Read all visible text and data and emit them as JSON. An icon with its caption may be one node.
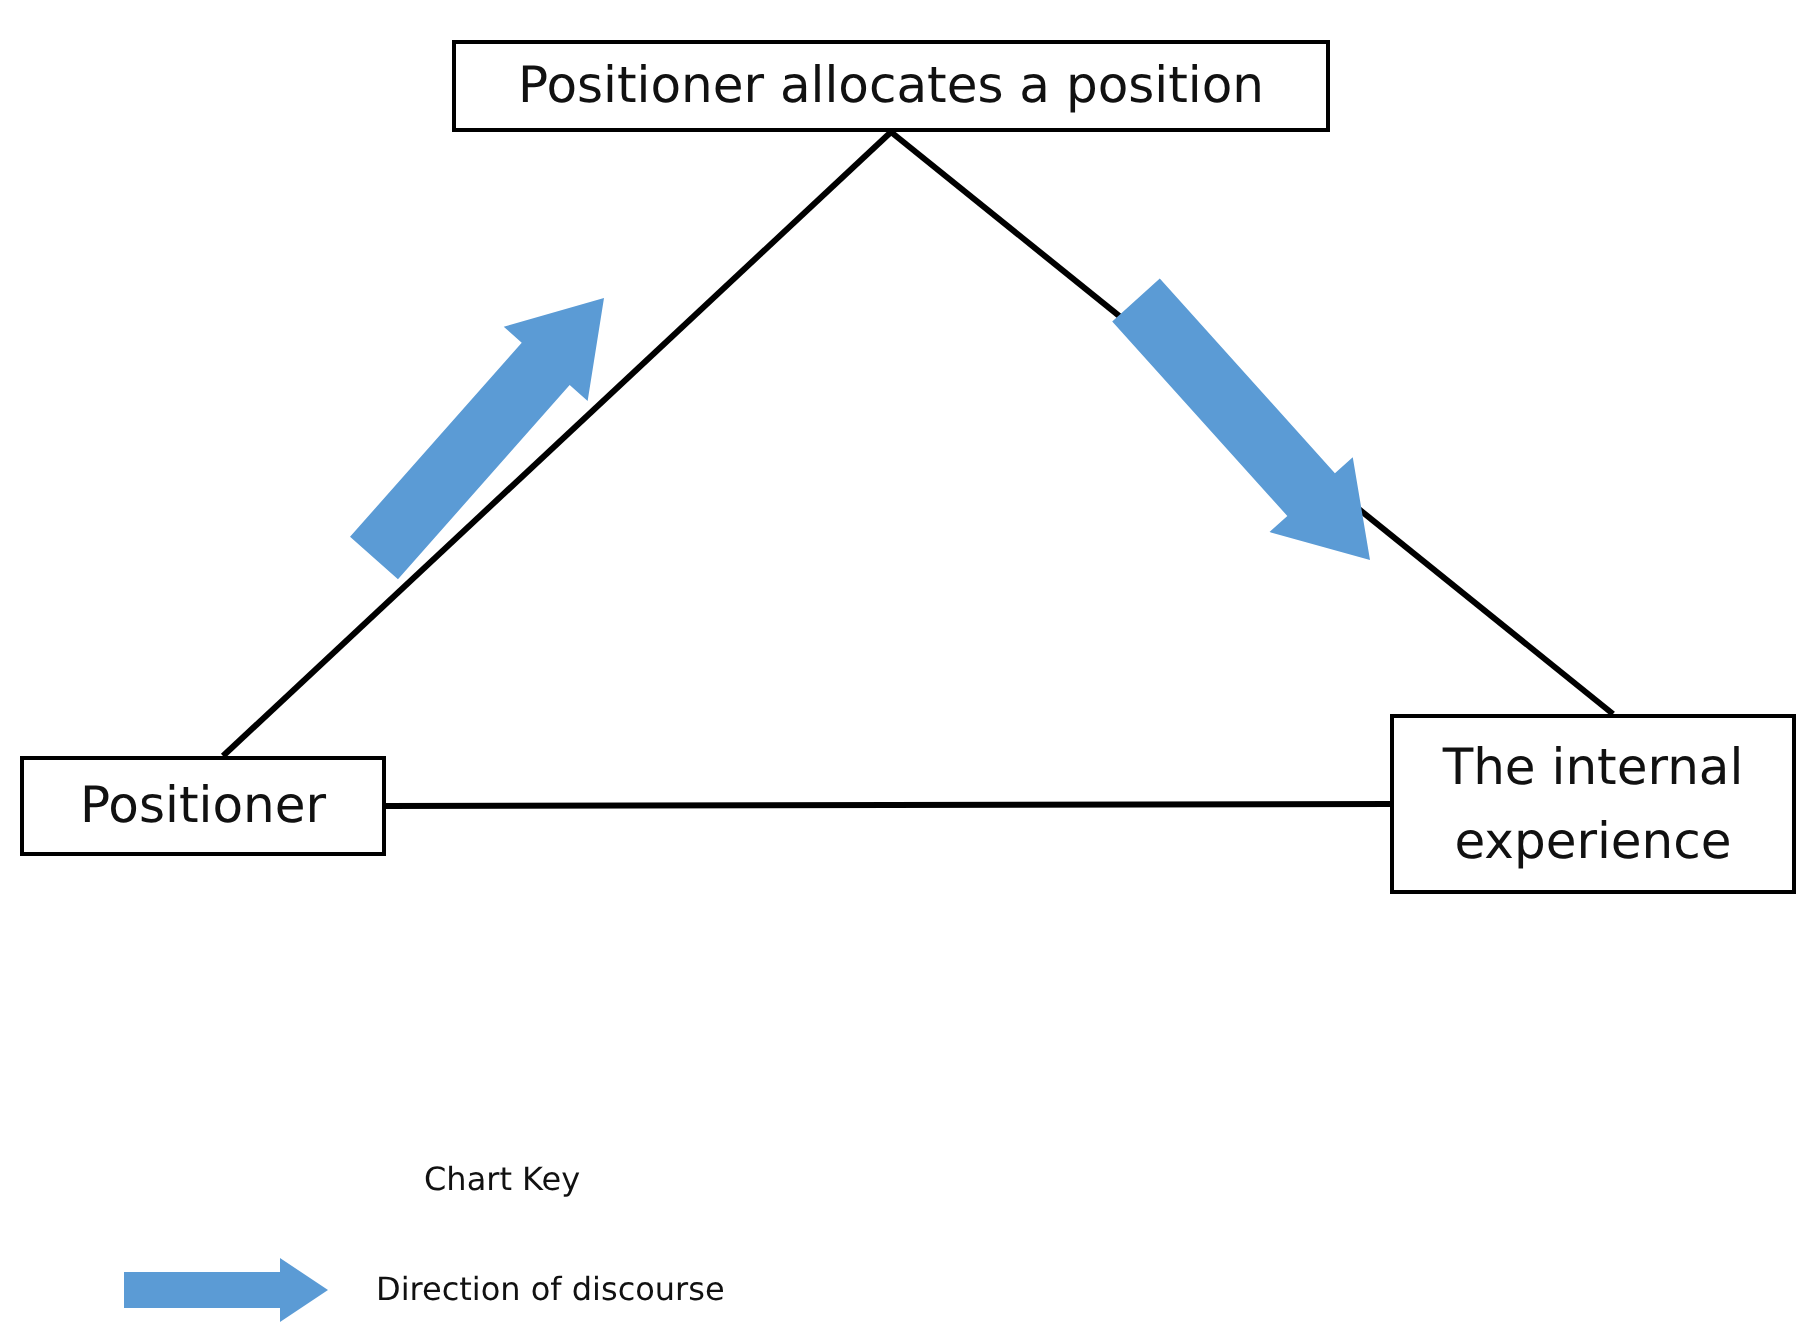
{
  "diagram": {
    "nodes": [
      {
        "text": [
          "Positioner allocates a position"
        ]
      },
      {
        "text": [
          "Positioner"
        ]
      },
      {
        "text": [
          "The internal experience"
        ]
      }
    ],
    "edges": [
      {
        "from": 1,
        "to": 0,
        "arrow": "none"
      },
      {
        "from": 0,
        "to": 2,
        "arrow": "none"
      },
      {
        "from": 1,
        "to": 2,
        "arrow": "none"
      }
    ],
    "labels": [
      "Chart Key"
    ],
    "legend": [
      {
        "text": "Direction of discourse"
      }
    ]
  }
}
